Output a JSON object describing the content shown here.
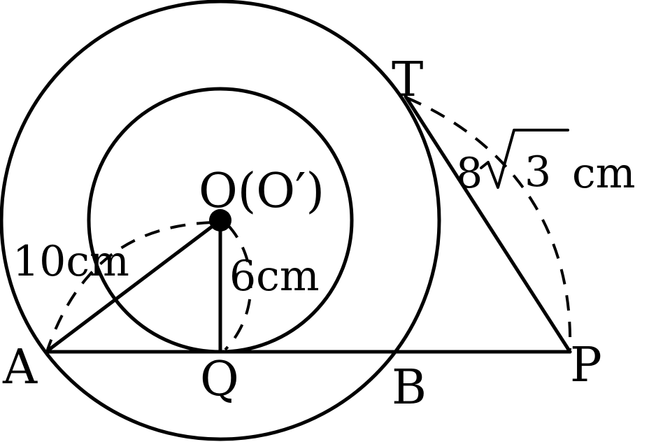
{
  "points": {
    "O": "O(O′)",
    "T": "T",
    "A": "A",
    "Q": "Q",
    "B": "B",
    "P": "P"
  },
  "measurements": {
    "OA": "10cm",
    "OQ": "6cm",
    "TP_coef": "8",
    "TP_rad": "3",
    "TP_unit": "cm"
  }
}
